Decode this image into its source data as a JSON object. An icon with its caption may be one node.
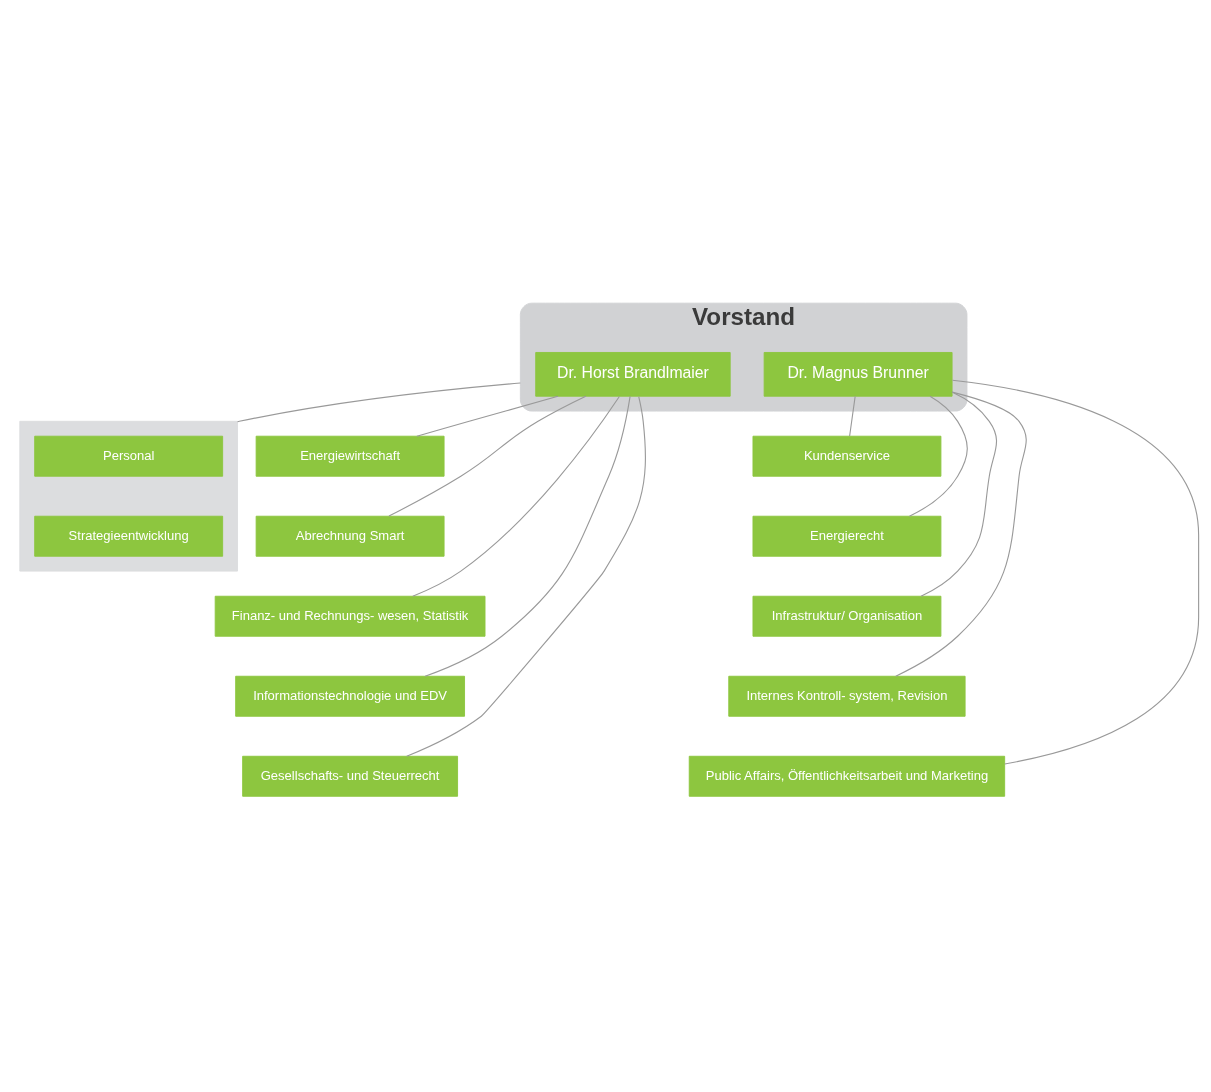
{
  "diagram": {
    "nodes": [
      {
        "text": [
          "Vorstand"
        ]
      },
      {
        "text": [
          "Dr. Horst Brandlmaier"
        ],
        "in": 0
      },
      {
        "text": [
          "Dr. Magnus Brunner"
        ],
        "in": 0
      },
      {
        "text": [],
        "shape": "box"
      },
      {
        "text": [
          "Personal"
        ],
        "in": 3
      },
      {
        "text": [
          "Strategieentwicklung"
        ],
        "in": 3
      },
      {
        "text": [
          "Energiewirtschaft"
        ]
      },
      {
        "text": [
          "Kundenservice"
        ]
      },
      {
        "text": [
          "Abrechnung Smart"
        ]
      },
      {
        "text": [
          "Energierecht"
        ]
      },
      {
        "text": [
          "Finanz- und Rechnungs- wesen, Statistik"
        ]
      },
      {
        "text": [
          "Infrastruktur/ Organisation"
        ]
      },
      {
        "text": [
          "Informationstechnologie und EDV"
        ]
      },
      {
        "text": [
          "Internes Kontroll- system, Revision"
        ]
      },
      {
        "text": [
          "Gesellschafts- und Steuerrecht"
        ]
      },
      {
        "text": [
          "Public Affairs, Öffentlichkeitsarbeit und Marketing"
        ]
      }
    ],
    "edges": [
      {
        "from": 0,
        "to": 3,
        "arrow": "none"
      },
      {
        "from": 1,
        "to": 6,
        "arrow": "none"
      },
      {
        "from": 1,
        "to": 8,
        "arrow": "none"
      },
      {
        "from": 1,
        "to": 10,
        "arrow": "none"
      },
      {
        "from": 1,
        "to": 12,
        "arrow": "none"
      },
      {
        "from": 1,
        "to": 14,
        "arrow": "none"
      },
      {
        "from": 2,
        "to": 7,
        "arrow": "none"
      },
      {
        "from": 2,
        "to": 9,
        "arrow": "none"
      },
      {
        "from": 2,
        "to": 11,
        "arrow": "none"
      },
      {
        "from": 2,
        "to": 13,
        "arrow": "none"
      },
      {
        "from": 2,
        "to": 15,
        "arrow": "none"
      }
    ]
  }
}
